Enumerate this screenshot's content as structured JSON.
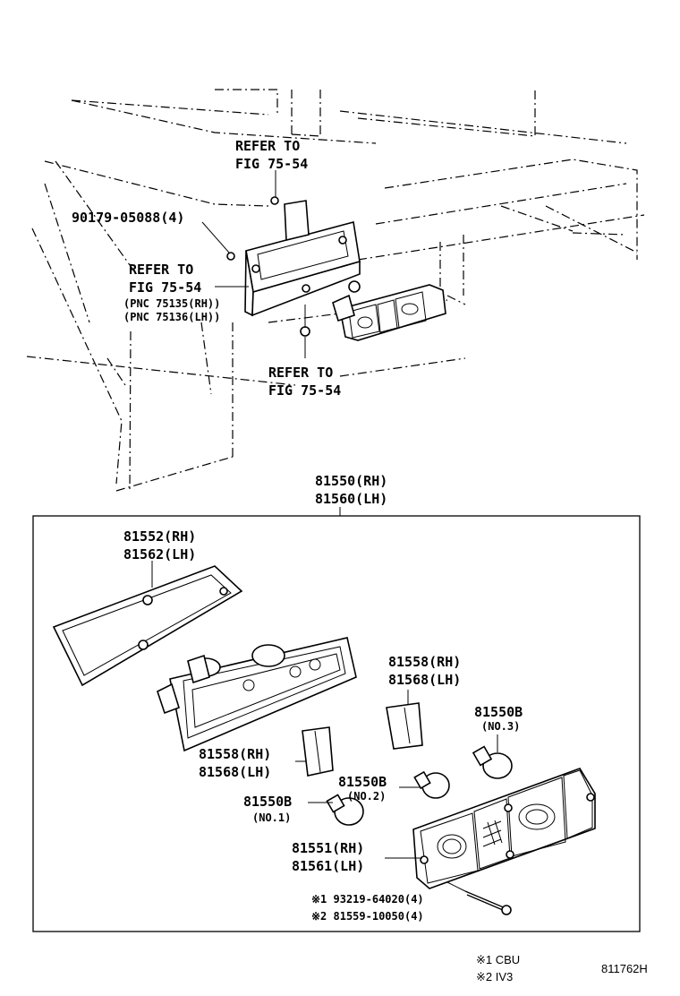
{
  "top": {
    "refer1_a": "REFER TO",
    "refer1_b": "FIG 75-54",
    "bolt": "90179-05088(4)",
    "refer2_a": "REFER TO",
    "refer2_b": "FIG 75-54",
    "pnc_rh": "(PNC 75135(RH))",
    "pnc_lh": "(PNC 75136(LH))",
    "refer3_a": "REFER TO",
    "refer3_b": "FIG 75-54"
  },
  "assembly": {
    "rh": "81550(RH)",
    "lh": "81560(LH)"
  },
  "parts": {
    "gasket_rh": "81552(RH)",
    "gasket_lh": "81562(LH)",
    "ref_upper_rh": "81558(RH)",
    "ref_upper_lh": "81568(LH)",
    "bulb3": "81550B",
    "bulb3_no": "(NO.3)",
    "ref_lower_rh": "81558(RH)",
    "ref_lower_lh": "81568(LH)",
    "bulb2": "81550B",
    "bulb2_no": "(NO.2)",
    "bulb1": "81550B",
    "bulb1_no": "(NO.1)",
    "lens_rh": "81551(RH)",
    "lens_lh": "81561(LH)",
    "screw1": "※1 93219-64020(4)",
    "screw2": "※2 81559-10050(4)"
  },
  "footer": {
    "note1": "※1 CBU",
    "note2": "※2 IV3",
    "fig_id": "811762H"
  }
}
